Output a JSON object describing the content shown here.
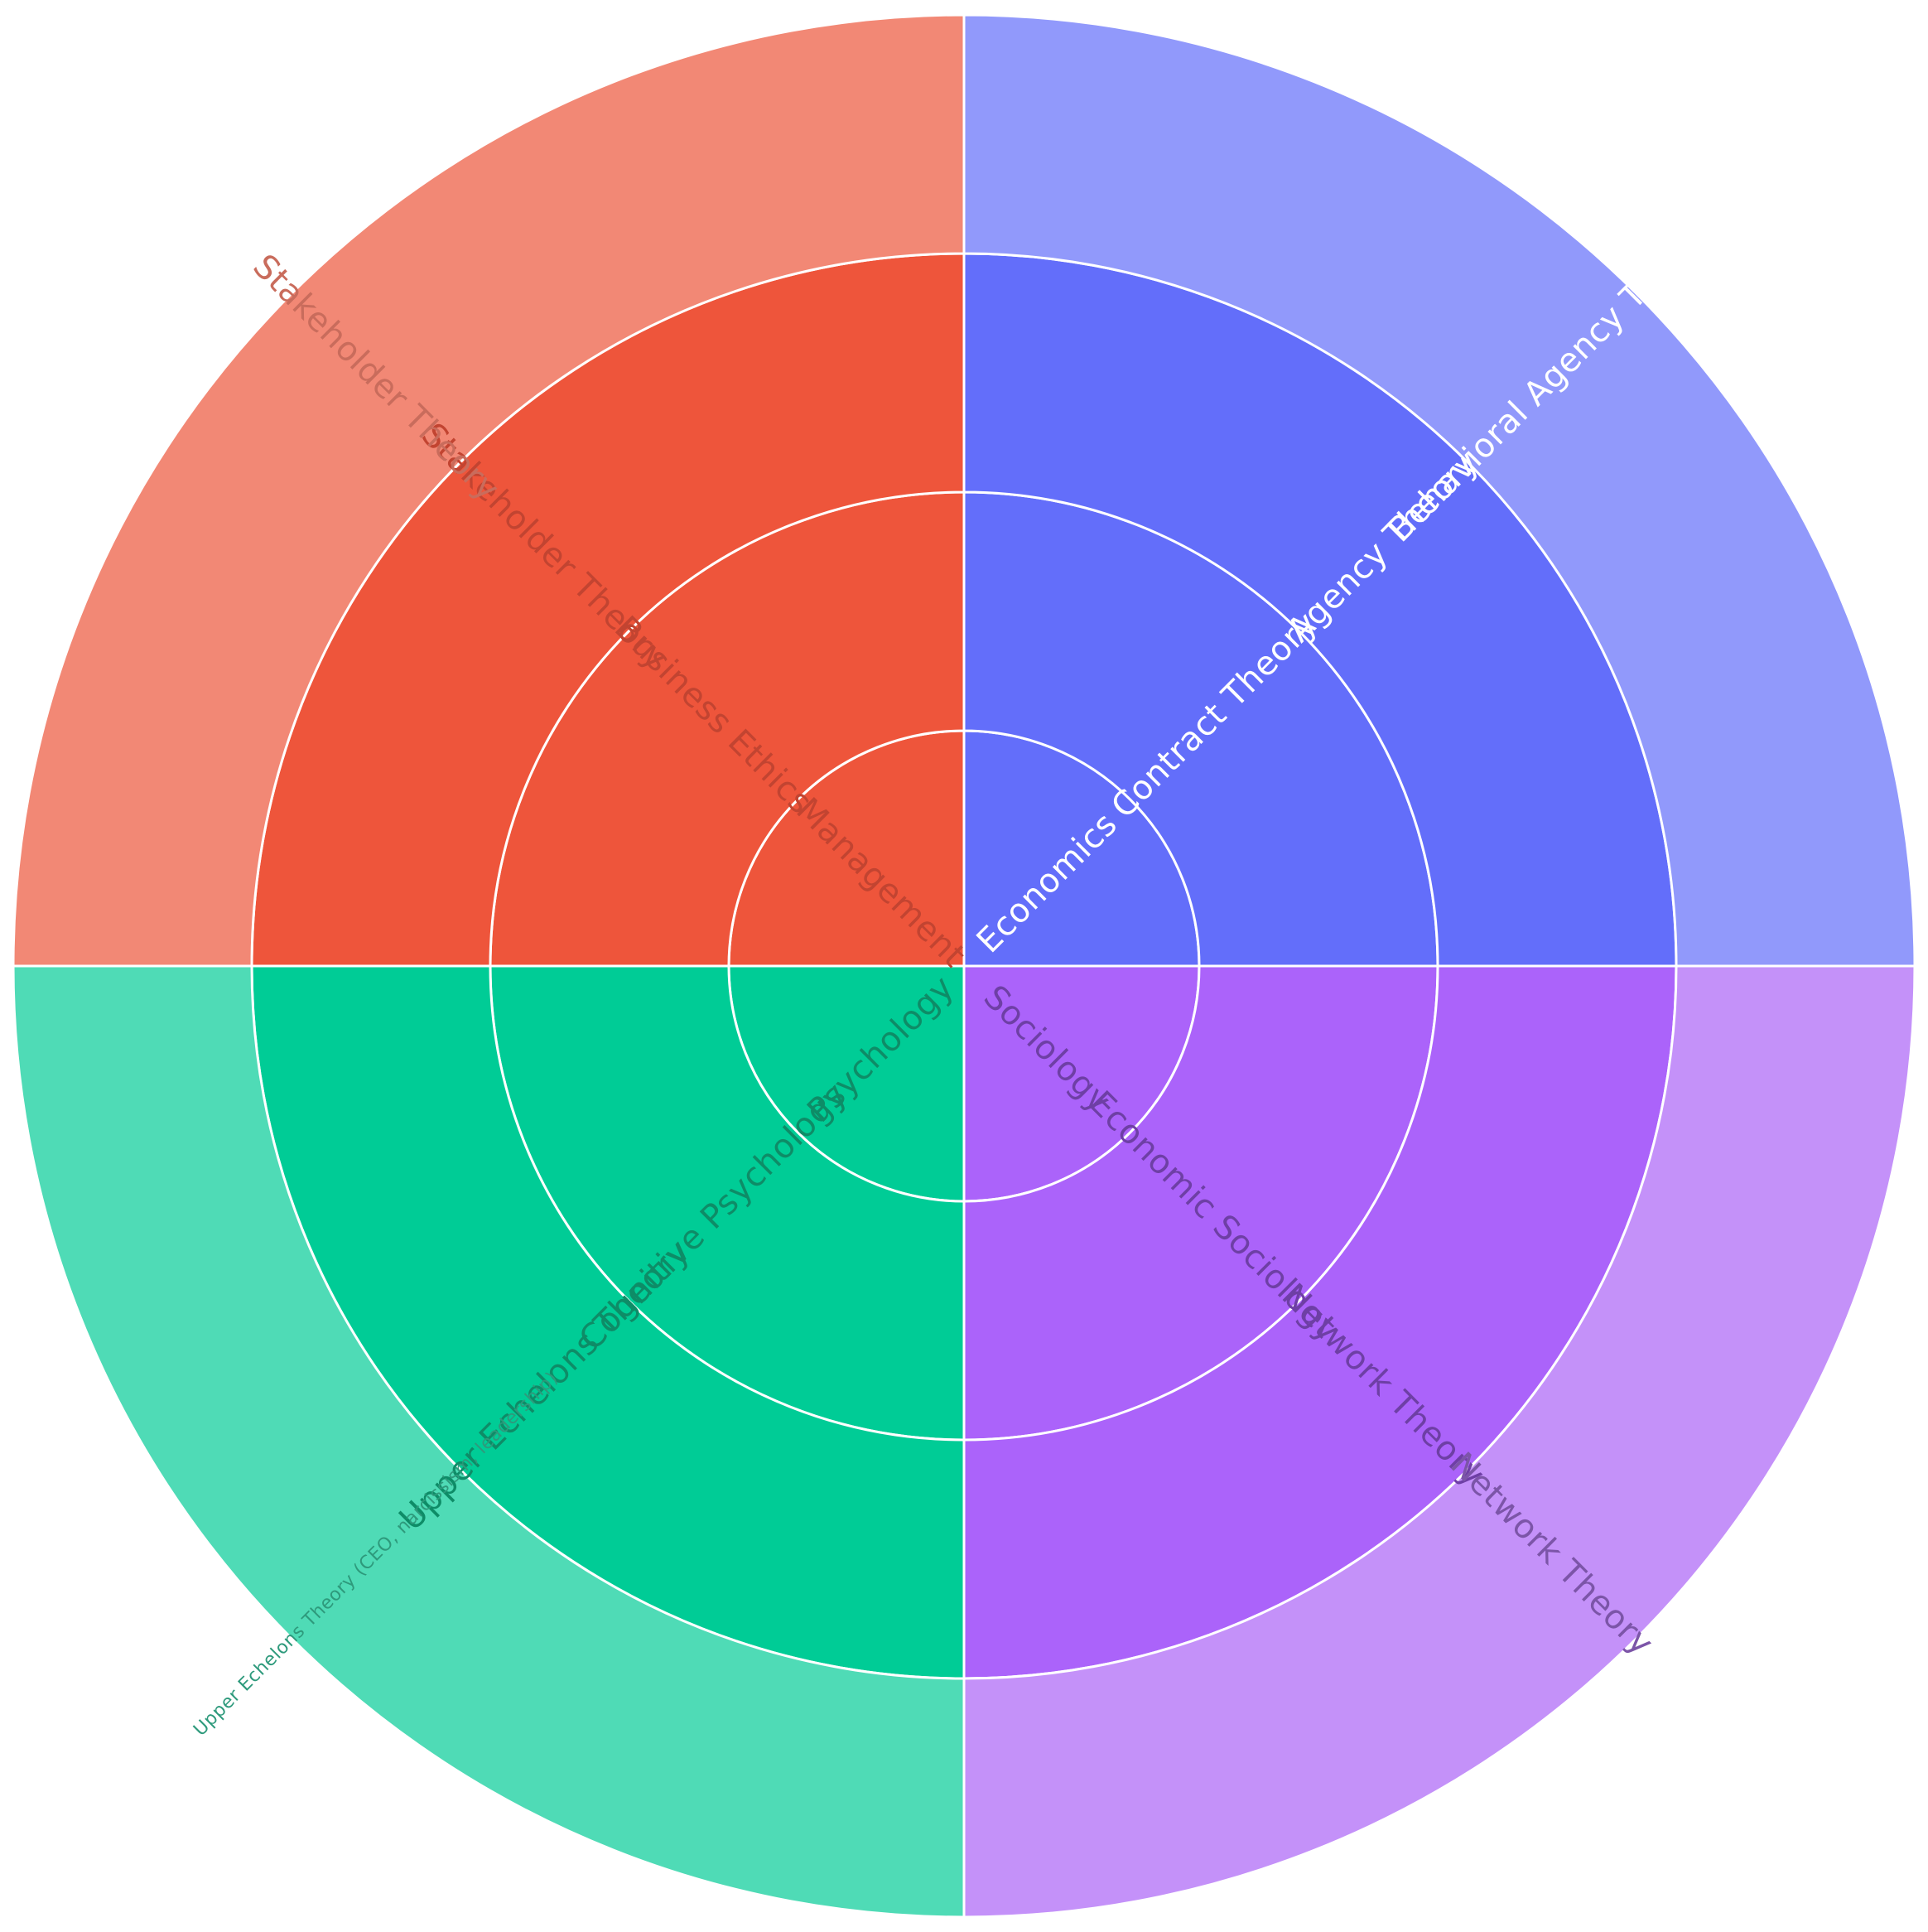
{
  "chart_data": {
    "type": "sunburst",
    "rings_from_center": [
      "discipline",
      "field",
      "theory",
      "specific theory"
    ],
    "quadrants": [
      {
        "position": "top-left",
        "base_color": "#EE553B",
        "outer_color": "#F28875",
        "text_color": "#C24431",
        "outer_text_color": "#C96C5C",
        "levels": [
          "Management",
          "Business Ethics",
          "Stakeholder Theory",
          "Stakeholder Theory"
        ],
        "share": 0.25
      },
      {
        "position": "top-right",
        "base_color": "#636EFA",
        "outer_color": "#9199FB",
        "text_color": "#FFFFFF",
        "outer_text_color": "#FFFFFF",
        "levels": [
          "Economics",
          "Contract Theory",
          "Agency Theory",
          "Behavioral Agency Theory"
        ],
        "share": 0.25
      },
      {
        "position": "bottom-right",
        "base_color": "#AB63FA",
        "outer_color": "#C491F9",
        "text_color": "#6E3FA5",
        "outer_text_color": "#7C55A8",
        "levels": [
          "Sociology",
          "Economic Sociology",
          "Network Theory",
          "Network Theory"
        ],
        "share": 0.25
      },
      {
        "position": "bottom-left",
        "base_color": "#00CC96",
        "outer_color": "#4FDBB6",
        "text_color": "#0E8C67",
        "outer_text_color": "#2E9A7C",
        "levels": [
          "Psychology",
          "Cognitive Psychology",
          "Upper Echelons Theory",
          "Upper Echelons Theory (CEO, narcissism, leadership)"
        ],
        "share": 0.25
      }
    ],
    "separator_color": "#FFFFFF"
  }
}
